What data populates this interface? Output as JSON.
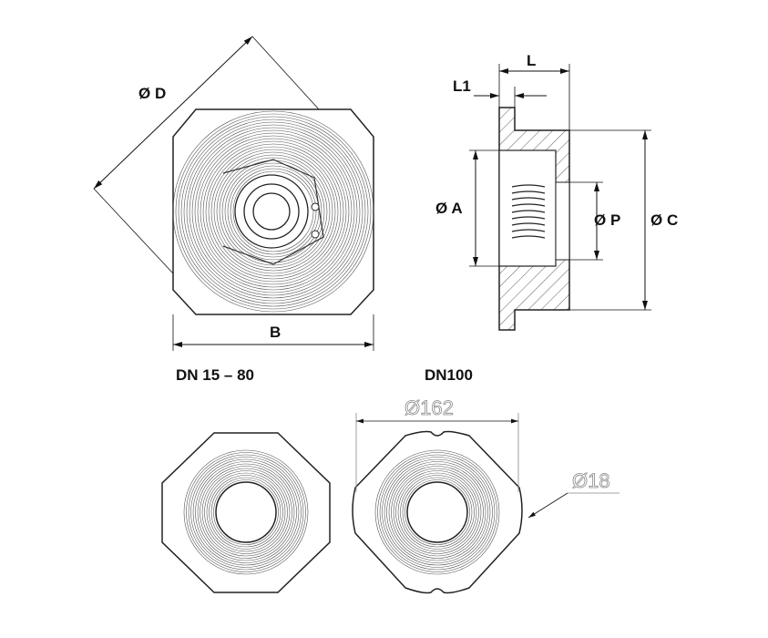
{
  "labels": {
    "dim_d": "Ø D",
    "dim_b": "B",
    "dim_l": "L",
    "dim_l1": "L1",
    "dim_a": "Ø A",
    "dim_p": "Ø P",
    "dim_c": "Ø C",
    "range_small": "DN 15 – 80",
    "range_large": "DN100",
    "dim_162": "Ø162",
    "dim_18": "Ø18"
  }
}
